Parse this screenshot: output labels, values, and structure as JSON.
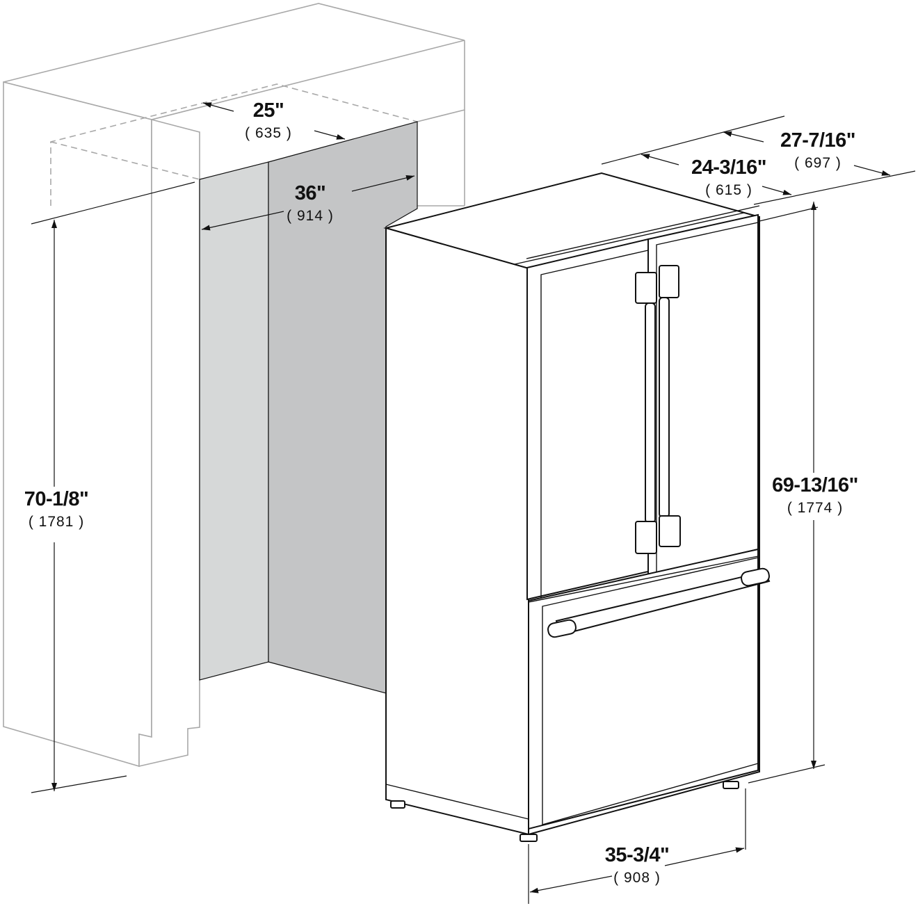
{
  "colors": {
    "cabinet_line": "#a8a8a8",
    "niche_side_wall": "#d6d8d8",
    "niche_back_wall": "#c4c5c6",
    "fridge_line": "#111111"
  },
  "dimensions": {
    "niche_depth": {
      "inch": "25\"",
      "mm": "( 635 )"
    },
    "niche_width": {
      "inch": "36\"",
      "mm": "( 914 )"
    },
    "niche_height": {
      "inch": "70-1/8\"",
      "mm": "( 1781 )"
    },
    "overall_depth": {
      "inch": "27-7/16\"",
      "mm": "( 697 )"
    },
    "case_depth": {
      "inch": "24-3/16\"",
      "mm": "( 615 )"
    },
    "unit_height": {
      "inch": "69-13/16\"",
      "mm": "( 1774 )"
    },
    "unit_width": {
      "inch": "35-3/4\"",
      "mm": "( 908 )"
    }
  }
}
